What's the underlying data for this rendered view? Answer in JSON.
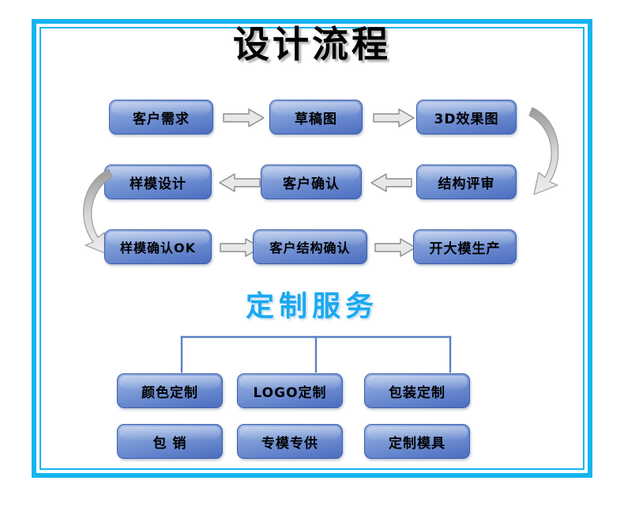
{
  "page": {
    "title": "设计流程",
    "section_title": "定制服务",
    "frame_color": "#14B4F0",
    "box_fill_top": "#9FB6E2",
    "box_fill_bottom": "#4C6DBF",
    "box_border": "#3A5FA8",
    "arrow_fill": "#E8E8E8",
    "arrow_stroke": "#8C8C8C",
    "section_title_color": "#19A9F0",
    "bracket_color": "#5C7FC4"
  },
  "process": {
    "row1": [
      {
        "label": "客户需求"
      },
      {
        "label": "草稿图"
      },
      {
        "label": "3D效果图"
      }
    ],
    "row2": [
      {
        "label": "样模设计"
      },
      {
        "label": "客户确认"
      },
      {
        "label": "结构评审"
      }
    ],
    "row3": [
      {
        "label": "样模确认OK"
      },
      {
        "label": "客户结构确认"
      },
      {
        "label": "开大模生产"
      }
    ],
    "connectors": [
      {
        "name": "arrow-row1-1",
        "direction": "right"
      },
      {
        "name": "arrow-row1-2",
        "direction": "right"
      },
      {
        "name": "curve-row1-to-row2",
        "direction": "down-left-curve"
      },
      {
        "name": "arrow-row2-1",
        "direction": "left"
      },
      {
        "name": "arrow-row2-2",
        "direction": "left"
      },
      {
        "name": "curve-row2-to-row3",
        "direction": "down-right-curve"
      },
      {
        "name": "arrow-row3-1",
        "direction": "right"
      },
      {
        "name": "arrow-row3-2",
        "direction": "right"
      }
    ]
  },
  "services": {
    "row1": [
      {
        "label": "颜色定制"
      },
      {
        "label": "LOGO定制"
      },
      {
        "label": "包装定制"
      }
    ],
    "row2": [
      {
        "label": "包 销"
      },
      {
        "label": "专模专供"
      },
      {
        "label": "定制模具"
      }
    ]
  }
}
